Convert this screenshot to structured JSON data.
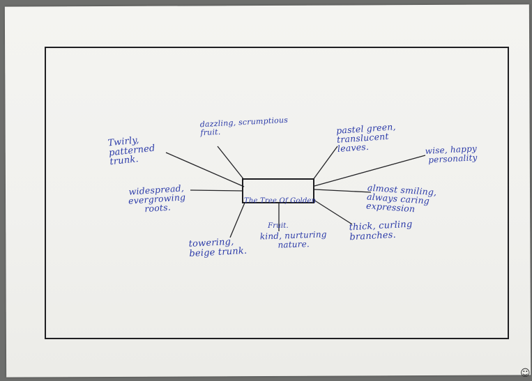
{
  "diagram": {
    "center": {
      "line1": "The Tree Of Golden",
      "line2": "Fruit."
    },
    "branches": {
      "twirly": "Twirly,\npatterned\ntrunk.",
      "dazzling": "dazzling, scrumptious\nfruit.",
      "pastel": "pastel green,\ntranslucent\nleaves.",
      "wise": "wise, happy\npersonality",
      "smiling": "almost smiling,\nalways caring\nexpression",
      "thick": "thick, curling\nbranches.",
      "kind": "kind, nurturing\nnature.",
      "towering": "towering,\nbeige trunk.",
      "widespread": "widespread,\nevergrowing\nroots."
    }
  },
  "colors": {
    "ink": "#2b3aa8",
    "line": "#1d1d20",
    "paper": "#f3f3f0"
  }
}
